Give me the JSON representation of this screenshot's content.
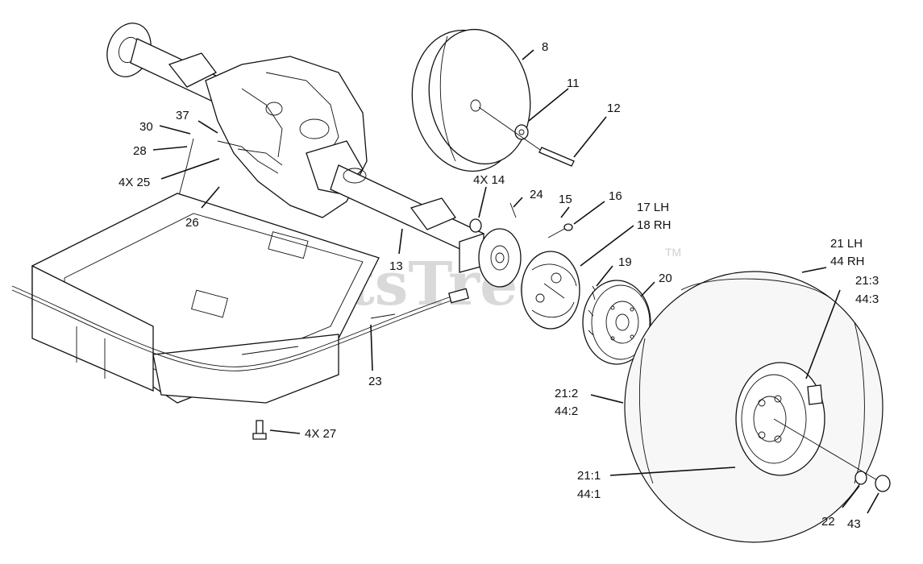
{
  "watermark": {
    "text": "PartsTree",
    "trademark": "TM"
  },
  "callouts": {
    "c8": "8",
    "c11": "11",
    "c12": "12",
    "c30": "30",
    "c37": "37",
    "c28": "28",
    "c4x25": "4X 25",
    "c26": "26",
    "c4x14": "4X 14",
    "c24": "24",
    "c15": "15",
    "c16": "16",
    "c17lh": "17 LH",
    "c18rh": "18 RH",
    "c13": "13",
    "c19": "19",
    "c20": "20",
    "c21lh": "21 LH",
    "c44rh": "44 RH",
    "c21_3": "21:3",
    "c44_3": "44:3",
    "c23": "23",
    "c21_2": "21:2",
    "c44_2": "44:2",
    "c4x27": "4X 27",
    "c21_1": "21:1",
    "c44_1": "44:1",
    "c22": "22",
    "c43": "43"
  }
}
